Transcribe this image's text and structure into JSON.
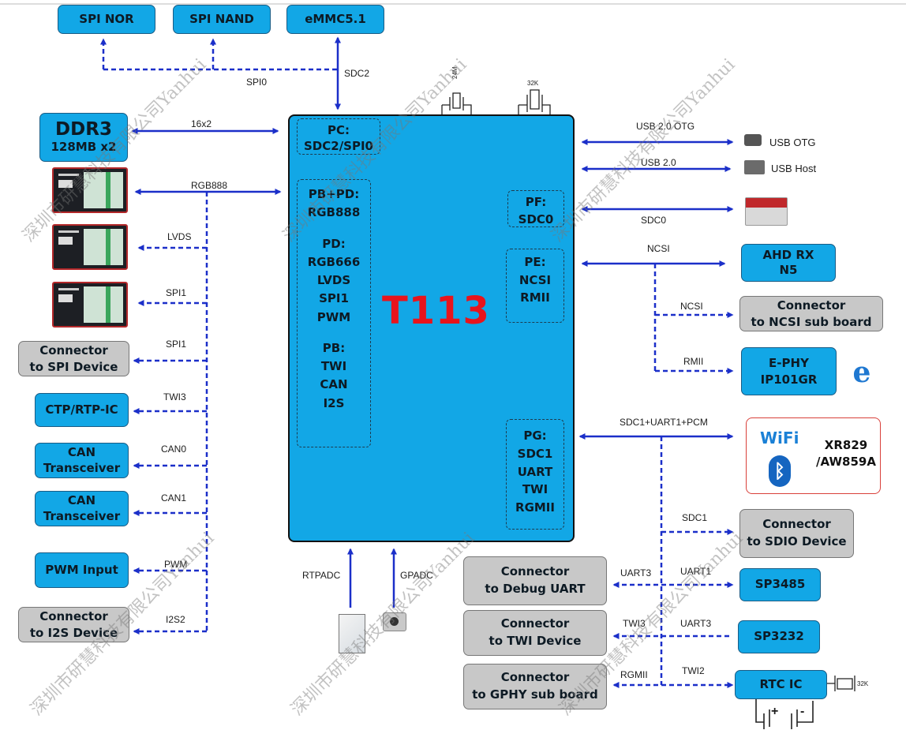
{
  "chip": {
    "name": "T113",
    "groups": {
      "pc": [
        "PC:",
        "SDC2/SPI0"
      ],
      "pb_pd": [
        "PB+PD:",
        "RGB888",
        "",
        "PD:",
        "RGB666",
        "LVDS",
        "SPI1",
        "PWM",
        "",
        "PB:",
        "TWI",
        "CAN",
        "I2S"
      ],
      "pf": [
        "PF:",
        "SDC0"
      ],
      "pe": [
        "PE:",
        "NCSI",
        "RMII"
      ],
      "pg": [
        "PG:",
        "SDC1",
        "UART",
        "TWI",
        "RGMII"
      ]
    }
  },
  "top": {
    "spi_nor": "SPI NOR",
    "spi_nand": "SPI NAND",
    "emmc": "eMMC5.1",
    "spi0_label": "SPI0",
    "sdc2_label": "SDC2",
    "crystal_24m": "24M",
    "crystal_32k": "32K"
  },
  "left": {
    "ddr3": [
      "DDR3",
      "128MB x2"
    ],
    "bus16": "16x2",
    "rgb888": "RGB888",
    "lvds": "LVDS",
    "spi1_a": "SPI1",
    "spi1_b": "SPI1",
    "twi3": "TWI3",
    "can0": "CAN0",
    "can1": "CAN1",
    "pwm": "PWM",
    "i2s2": "I2S2",
    "spi_device": [
      "Connector",
      "to SPI Device"
    ],
    "ctp": "CTP/RTP-IC",
    "can_a": [
      "CAN",
      "Transceiver"
    ],
    "can_b": [
      "CAN",
      "Transceiver"
    ],
    "pwm_input": "PWM Input",
    "i2s_device": [
      "Connector",
      "to I2S Device"
    ]
  },
  "bottom": {
    "rtpadc": "RTPADC",
    "gpadc": "GPADC"
  },
  "right": {
    "usb_otg_line": "USB 2.0 OTG",
    "usb_otg": "USB OTG",
    "usb2_line": "USB 2.0",
    "usb_host": "USB Host",
    "sdc0": "SDC0",
    "ncsi_line": "NCSI",
    "ahd": [
      "AHD RX",
      "N5"
    ],
    "ncsi_branch": "NCSI",
    "ncsi_board": [
      "Connector",
      "to NCSI sub board"
    ],
    "rmii": "RMII",
    "ephy": [
      "E-PHY",
      "IP101GR"
    ],
    "pg_line": "SDC1+UART1+PCM",
    "wifi_text": "WiFi",
    "module": [
      "XR829",
      "/AW859A"
    ],
    "sdc1": "SDC1",
    "sdio": [
      "Connector",
      "to SDIO Device"
    ],
    "uart3_a": "UART3",
    "uart1": "UART1",
    "debug_uart": [
      "Connector",
      "to Debug UART"
    ],
    "sp3485": "SP3485",
    "twi3": "TWI3",
    "uart3_b": "UART3",
    "twi_device": [
      "Connector",
      "to TWI Device"
    ],
    "sp3232": "SP3232",
    "rgmii": "RGMII",
    "twi2": "TWI2",
    "gphy": [
      "Connector",
      "to GPHY sub board"
    ],
    "rtc": "RTC IC",
    "rtc_32k": "32K",
    "battery_plus": "+",
    "battery_minus": "-"
  },
  "watermark": "深圳市研慧科技有限公司Yanhui",
  "colors": {
    "chip_fill": "#12a7e6",
    "line": "#1b2fc9",
    "title": "#e8141c",
    "gray_box": "#c8c8c8"
  }
}
